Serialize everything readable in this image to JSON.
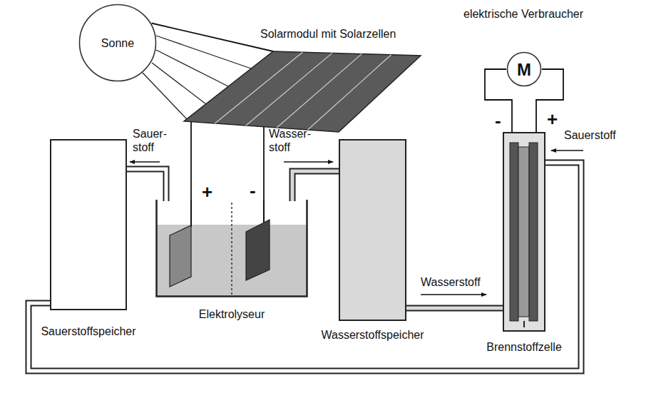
{
  "diagram": {
    "nodes": [
      {
        "text": [
          "Sonne"
        ]
      },
      {
        "text": [
          "Solarmodul mit Solarzellen"
        ]
      },
      {
        "text": [
          "Sauerstoffspeicher"
        ]
      },
      {
        "text": [
          "Elektrolyseur"
        ]
      },
      {
        "text": [
          "Wasserstoffspeicher"
        ]
      },
      {
        "text": [
          "Brennstoffzelle"
        ]
      },
      {
        "text": [
          "M"
        ]
      }
    ],
    "edges": [
      {
        "from": 0,
        "to": 1,
        "arrow": "none"
      },
      {
        "from": 1,
        "to": 3,
        "arrow": "none"
      },
      {
        "from": 1,
        "to": 3,
        "arrow": "none"
      },
      {
        "from": 3,
        "to": 2,
        "label": "Sauer- stoff",
        "arrow": "to"
      },
      {
        "from": 3,
        "to": 4,
        "label": "Wasser- stoff",
        "arrow": "to"
      },
      {
        "from": 4,
        "to": 5,
        "label": "Wasserstoff",
        "arrow": "to"
      },
      {
        "from": 2,
        "to": 5,
        "label": "Sauerstoff",
        "arrow": "to"
      },
      {
        "from": 6,
        "to": 5,
        "arrow": "none"
      },
      {
        "from": 6,
        "to": 5,
        "arrow": "none"
      }
    ],
    "labels": [
      "+",
      "-",
      "-",
      "+",
      "elektrische Verbraucher"
    ]
  }
}
